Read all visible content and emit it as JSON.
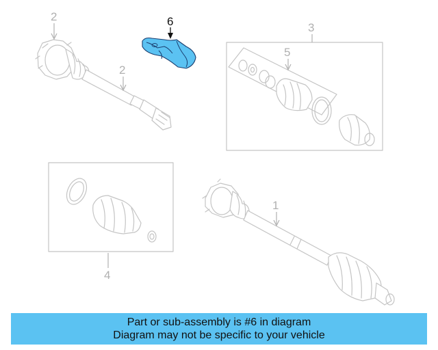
{
  "diagram": {
    "callouts": {
      "c1": "1",
      "c2_top": "2",
      "c2_shaft": "2",
      "c3": "3",
      "c4": "4",
      "c5": "5",
      "c6": "6"
    },
    "highlighted_part": "6",
    "highlight_color": "#5bc2f2",
    "line_color": "#c4c4c4"
  },
  "banner": {
    "line1": "Part or sub-assembly is #6 in diagram",
    "line2": "Diagram may not be specific to your vehicle",
    "background": "#5bc2f2"
  }
}
